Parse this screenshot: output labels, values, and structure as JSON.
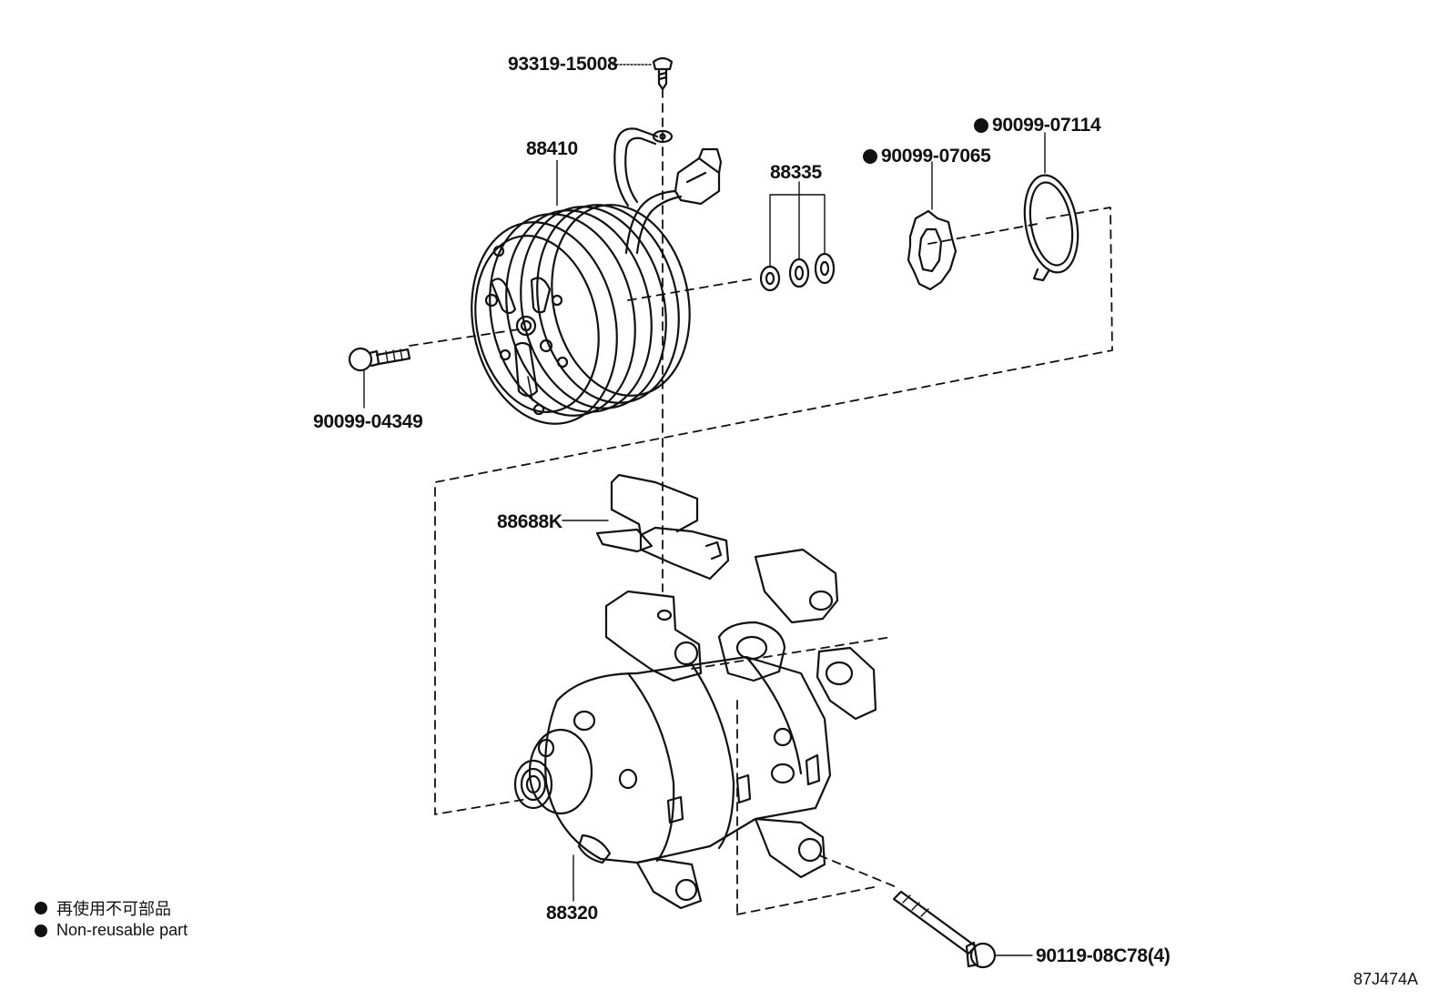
{
  "parts": {
    "screw_top": "93319-15008",
    "clutch_assy": "88410",
    "shims": "88335",
    "ring_1": "90099-07065",
    "snap_ring": "90099-07114",
    "center_bolt": "90099-04349",
    "cover": "88688K",
    "compressor": "88320",
    "mount_bolt": "90119-08C78(4)"
  },
  "legend": [
    {
      "text": "再使用不可部品"
    },
    {
      "text": "Non-reusable part"
    }
  ],
  "reference_code": "87J474A",
  "colors": {
    "line": "#111111",
    "background": "#ffffff"
  }
}
